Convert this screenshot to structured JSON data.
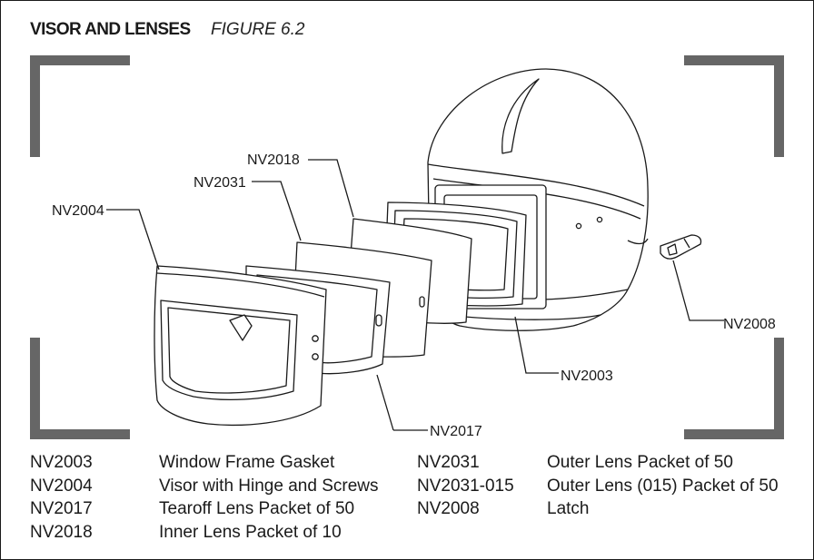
{
  "header": {
    "title": "VISOR AND LENSES",
    "figure": "FIGURE 6.2"
  },
  "callouts": {
    "nv2018": "NV2018",
    "nv2031": "NV2031",
    "nv2004": "NV2004",
    "nv2008": "NV2008",
    "nv2003": "NV2003",
    "nv2017": "NV2017"
  },
  "parts_left": [
    {
      "code": "NV2003",
      "description": "Window Frame Gasket"
    },
    {
      "code": "NV2004",
      "description": "Visor with Hinge and Screws"
    },
    {
      "code": "NV2017",
      "description": "Tearoff Lens Packet of 50"
    },
    {
      "code": "NV2018",
      "description": "Inner Lens Packet of 10"
    }
  ],
  "parts_right": [
    {
      "code": "NV2031",
      "description": "Outer Lens Packet of 50"
    },
    {
      "code": "NV2031-015",
      "description": "Outer Lens (015) Packet of 50"
    },
    {
      "code": "NV2008",
      "description": "Latch"
    }
  ]
}
